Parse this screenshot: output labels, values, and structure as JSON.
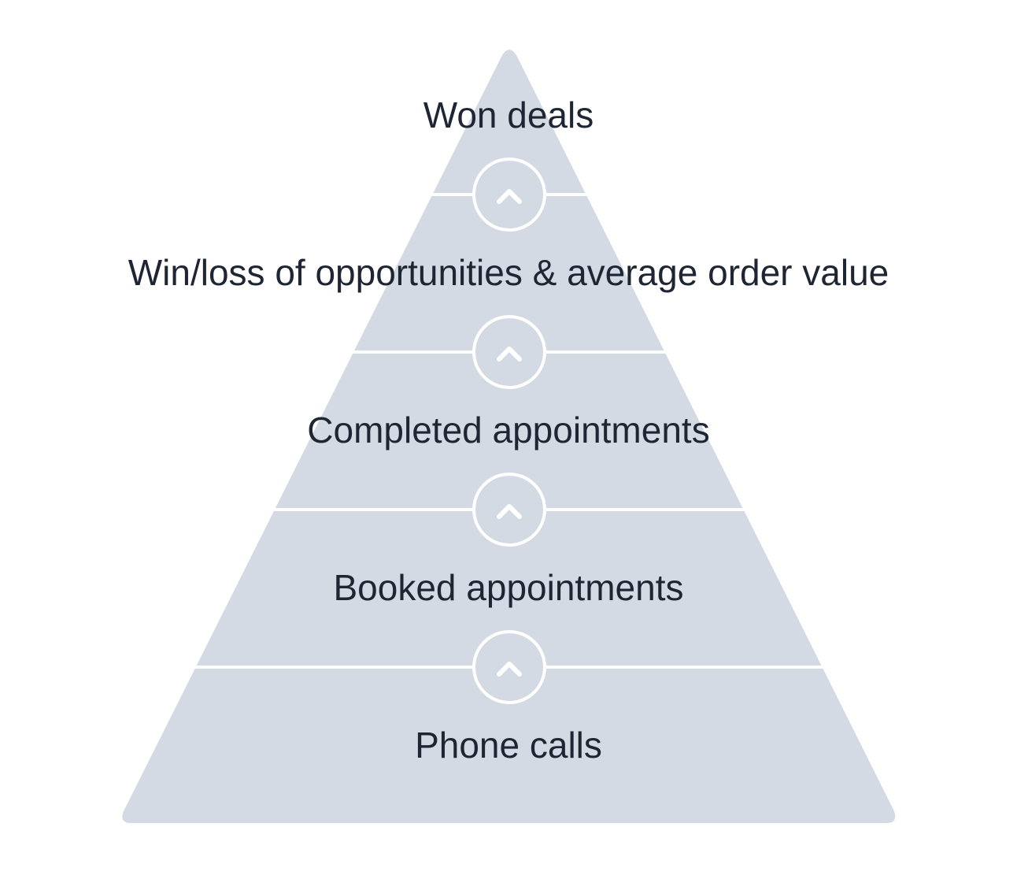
{
  "colors": {
    "background": "#ffffff",
    "pyramid_fill": "#d4dae4",
    "divider": "#ffffff",
    "text": "#1f2633"
  },
  "pyramid": {
    "levels": [
      {
        "label": "Won deals"
      },
      {
        "label": "Win/loss of opportunities & average order value"
      },
      {
        "label": "Completed appointments"
      },
      {
        "label": "Booked appointments"
      },
      {
        "label": "Phone calls"
      }
    ],
    "connector_icon": "chevron-up-icon"
  }
}
